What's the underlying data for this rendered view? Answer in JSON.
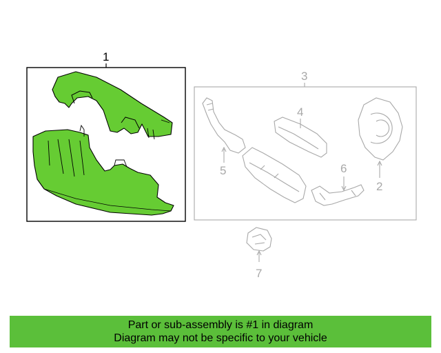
{
  "callouts": {
    "c1": "1",
    "c2": "2",
    "c3": "3",
    "c4": "4",
    "c5": "5",
    "c6": "6",
    "c7": "7"
  },
  "banner": {
    "line1": "Part or sub-assembly is #1 in diagram",
    "line2": "Diagram may not be specific to your vehicle"
  },
  "colors": {
    "highlight": "#5bbf3a",
    "part_fill": "#66cc33",
    "outline": "#000000",
    "faded": "#a8a8a8"
  }
}
